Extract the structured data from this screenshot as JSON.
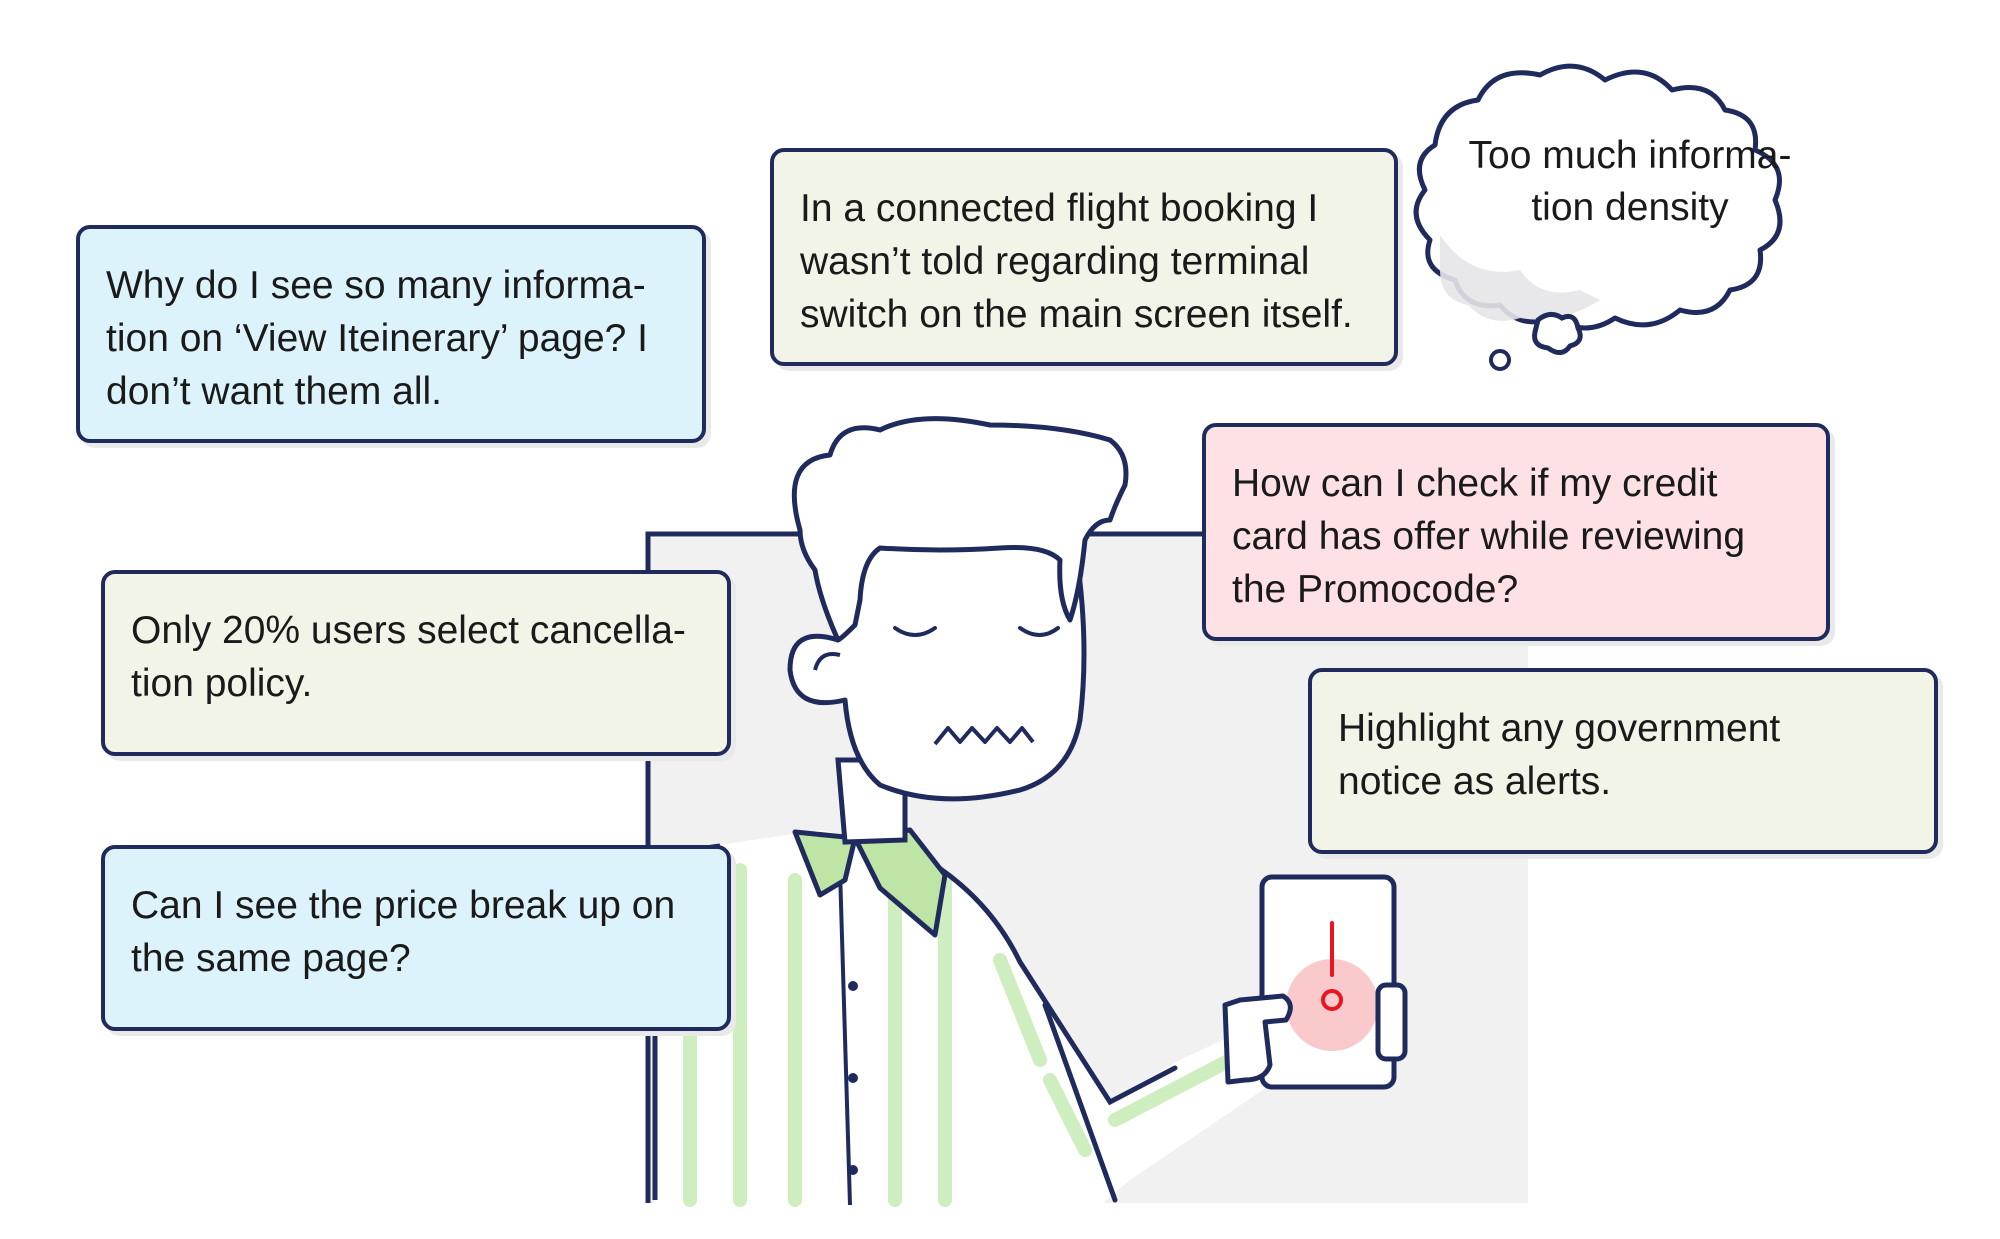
{
  "colors": {
    "outline": "#1f2b5c",
    "bubble_blue": "#dcf3fb",
    "bubble_beige": "#f1f4e6",
    "bubble_pink": "#fde1e4",
    "shirt_stripe": "#cfeec0",
    "collar": "#bfe5a6",
    "alert_red": "#e8141e",
    "alert_glow": "#f9c9cc",
    "backdrop_grey": "#f1f1f2"
  },
  "bubbles": {
    "view_itinerary": {
      "lines": [
        "Why do I see so many informa-",
        "tion on ‘View Iteinerary’ page? I",
        "don’t want them all."
      ]
    },
    "terminal_switch": {
      "lines": [
        "In a connected flight booking I",
        "wasn’t told regarding terminal",
        "switch on the main screen itself."
      ]
    },
    "thought": {
      "lines": [
        "Too much informa-",
        "tion density"
      ]
    },
    "credit_card": {
      "lines": [
        "How can I check if my credit",
        "card has offer while reviewing",
        "the Promocode?"
      ]
    },
    "cancellation": {
      "lines": [
        "Only 20% users select cancella-",
        "tion policy."
      ]
    },
    "government_notice": {
      "lines": [
        "Highlight any government",
        "notice as alerts."
      ]
    },
    "price_breakup": {
      "lines": [
        "Can I see the price break up on",
        "the same page?"
      ]
    }
  },
  "icons": {
    "phone_alert": "exclamation-alert-icon",
    "thought_cloud": "thought-cloud-icon"
  }
}
